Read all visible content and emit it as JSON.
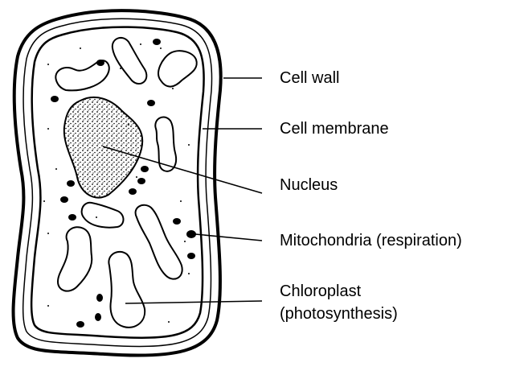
{
  "diagram": {
    "labels": {
      "cell_wall": "Cell wall",
      "cell_membrane": "Cell membrane",
      "nucleus": "Nucleus",
      "mitochondria": "Mitochondria (respiration)",
      "chloroplast_line1": "Chloroplast",
      "chloroplast_line2": "(photosynthesis)"
    },
    "colors": {
      "ink": "#000000",
      "background": "#ffffff"
    }
  }
}
